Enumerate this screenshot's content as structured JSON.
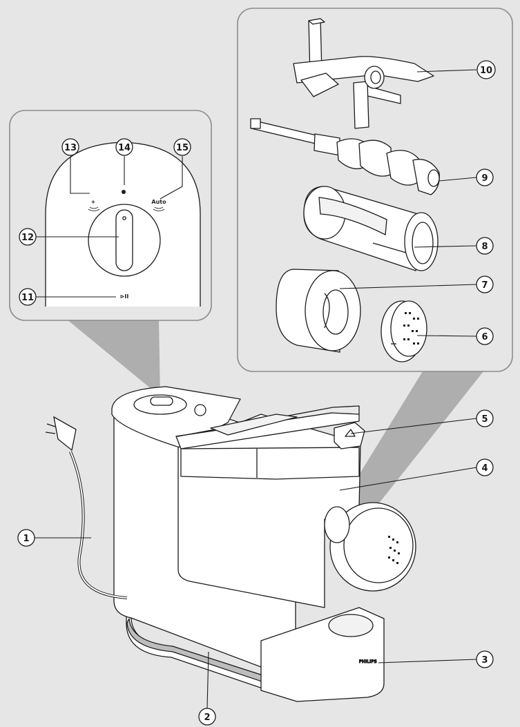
{
  "colors": {
    "background": "#e6e6e6",
    "panel": "#e6e6e6",
    "panel_border": "#8c8c8c",
    "part_fill": "#ffffff",
    "stroke": "#1a1a1a",
    "leader_gray": "#8f8f8f",
    "base_stripe": "#bdbdbd"
  },
  "control_panel": {
    "plus_symbol": "+",
    "auto_label": "Auto",
    "play_pause_symbol": "⊳II"
  },
  "brand": {
    "name": "PHILIPS"
  },
  "callouts": [
    {
      "id": "cord",
      "label": "1"
    },
    {
      "id": "base-stripe",
      "label": "2"
    },
    {
      "id": "drip-tray",
      "label": "3"
    },
    {
      "id": "mixing-chamber",
      "label": "4"
    },
    {
      "id": "lid-lock",
      "label": "5"
    },
    {
      "id": "shaping-disc",
      "label": "6"
    },
    {
      "id": "front-cap",
      "label": "7"
    },
    {
      "id": "extrusion-tube",
      "label": "8"
    },
    {
      "id": "extrusion-screw",
      "label": "9"
    },
    {
      "id": "mixing-paddle",
      "label": "10"
    },
    {
      "id": "start-pause-button",
      "label": "11"
    },
    {
      "id": "program-dial",
      "label": "12"
    },
    {
      "id": "extra-water-button",
      "label": "13"
    },
    {
      "id": "indicator-light",
      "label": "14"
    },
    {
      "id": "auto-button",
      "label": "15"
    }
  ]
}
